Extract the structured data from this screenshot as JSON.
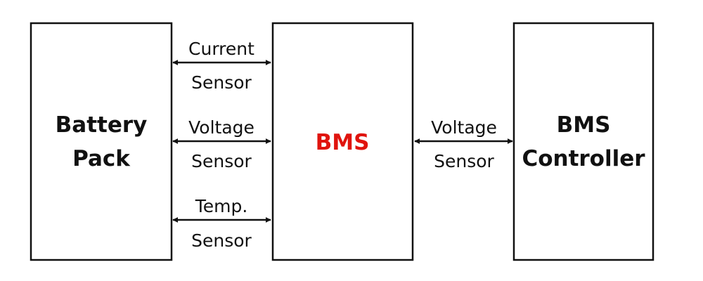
{
  "blocks": {
    "battery": {
      "line1": "Battery",
      "line2": "Pack"
    },
    "bms": {
      "label": "BMS",
      "color": "#e0140e"
    },
    "controller": {
      "line1": "BMS",
      "line2": "Controller"
    }
  },
  "left_links": [
    {
      "line1": "Current",
      "line2": "Sensor"
    },
    {
      "line1": "Voltage",
      "line2": "Sensor"
    },
    {
      "line1": "Temp.",
      "line2": "Sensor"
    }
  ],
  "right_link": {
    "line1": "Voltage",
    "line2": "Sensor"
  }
}
